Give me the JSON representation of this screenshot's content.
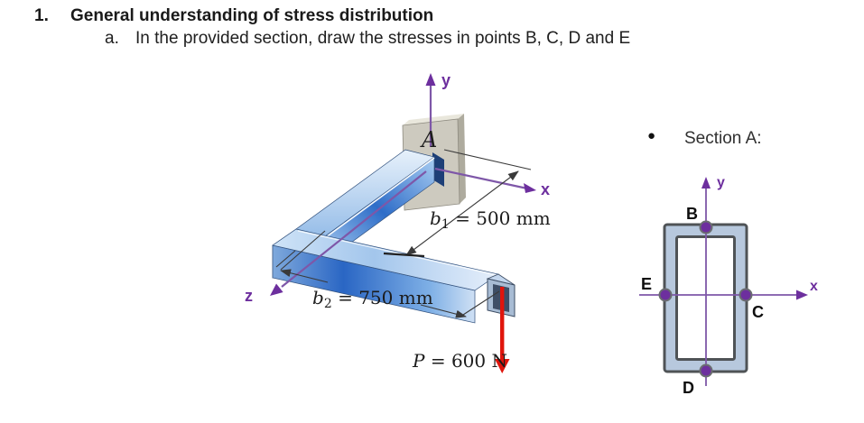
{
  "header": {
    "number": "1.",
    "title": "General understanding of stress distribution",
    "item_label": "a.",
    "item_text": "In the provided section, draw the stresses in points B, C, D and E"
  },
  "figure3d": {
    "wall_label": "A",
    "axes": {
      "x": "x",
      "y": "y",
      "z": "z"
    },
    "dim_b1": {
      "var": "b",
      "sub": "1",
      "rest": " = 500 mm"
    },
    "dim_b2": {
      "var": "b",
      "sub": "2",
      "rest": " = 750 mm"
    },
    "force": {
      "var": "P",
      "rest": " = 600 N"
    }
  },
  "section_view": {
    "bullet": "●",
    "title": "Section A:",
    "axes": {
      "x": "x",
      "y": "y"
    },
    "points": {
      "B": "B",
      "C": "C",
      "D": "D",
      "E": "E"
    }
  },
  "colors": {
    "ink": "#1a1a1a",
    "axis_purple": "#6d2f9e",
    "axis_line_purple": "#7e57a8",
    "beam_blue": "#2f6ec9",
    "tube_fill": "#b7c8dd",
    "wall_gray": "#cdcabf",
    "force_red": "#e0150c"
  }
}
